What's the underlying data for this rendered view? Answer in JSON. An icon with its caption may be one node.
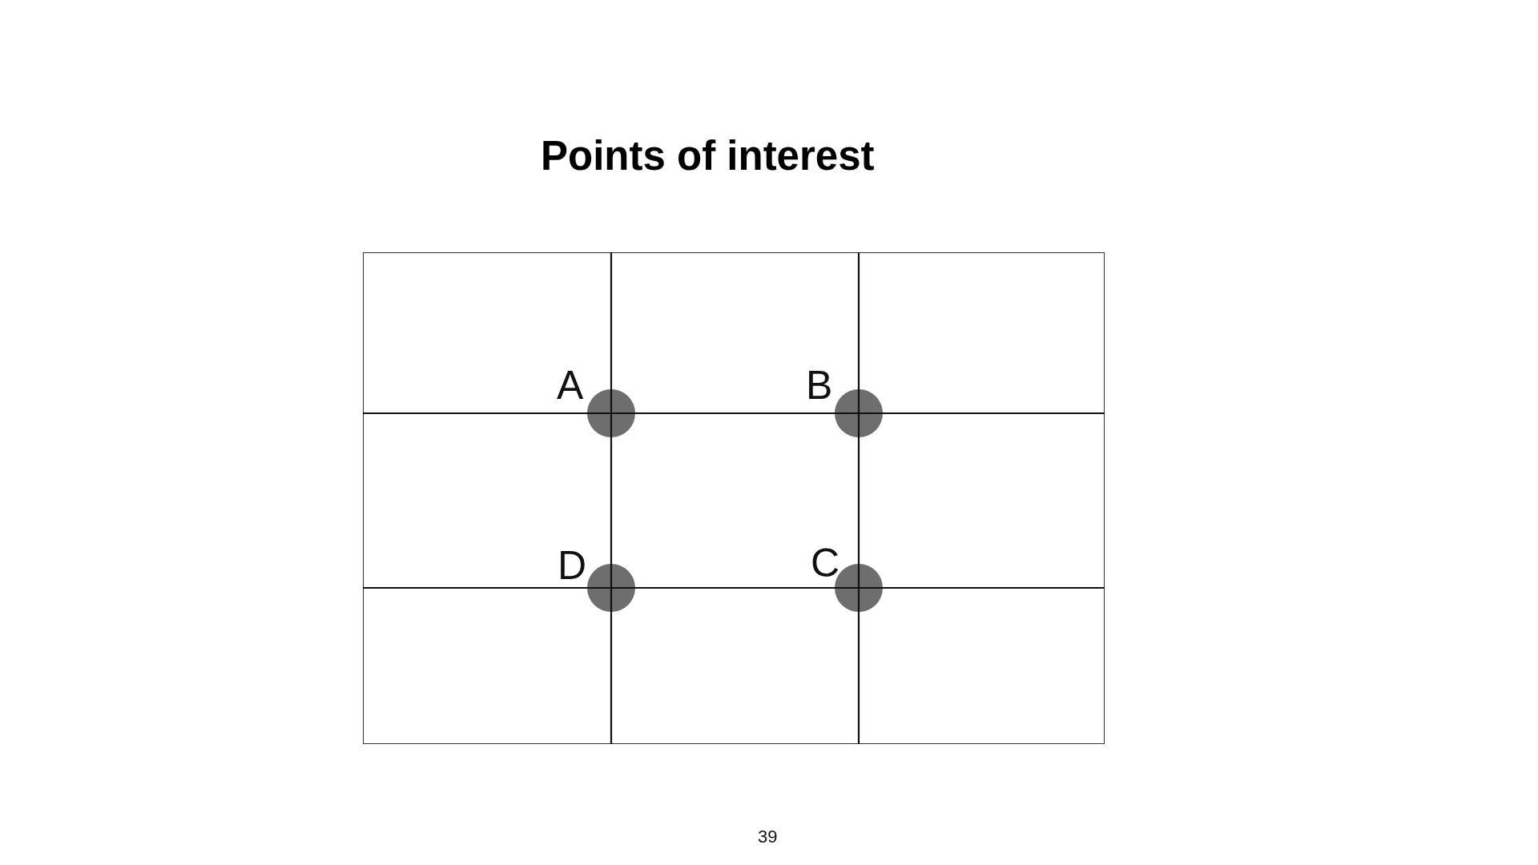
{
  "diagram": {
    "title": "Points of interest",
    "labels": [
      "A",
      "B",
      "D",
      "C",
      "39"
    ]
  }
}
